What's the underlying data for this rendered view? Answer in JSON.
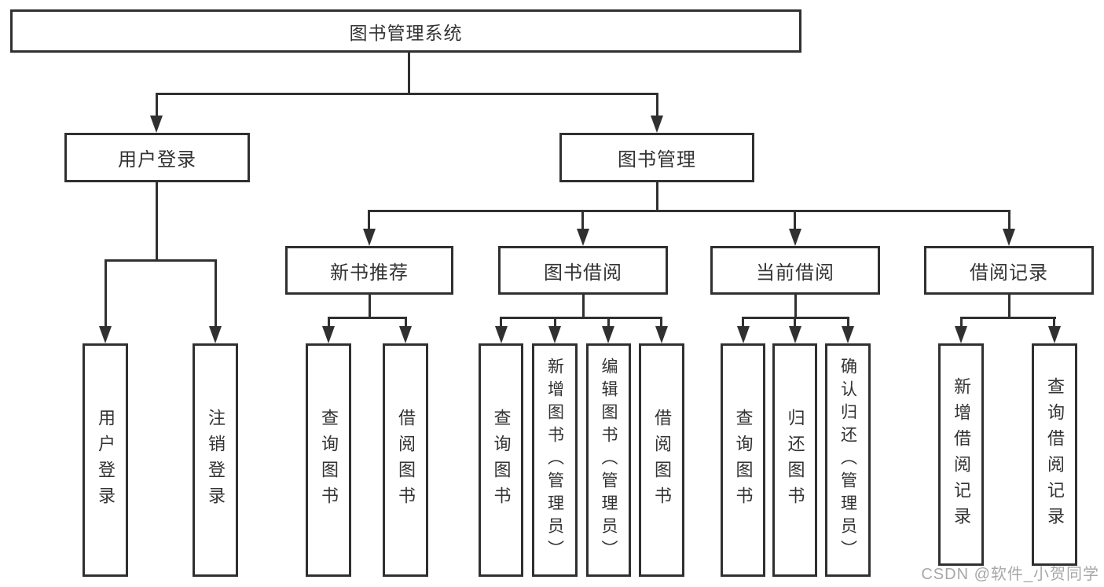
{
  "tree": {
    "label": "图书管理系统",
    "children": [
      {
        "label": "用户登录",
        "children": [
          {
            "label": "用户登录"
          },
          {
            "label": "注销登录"
          }
        ]
      },
      {
        "label": "图书管理",
        "children": [
          {
            "label": "新书推荐",
            "children": [
              {
                "label": "查询图书"
              },
              {
                "label": "借阅图书"
              }
            ]
          },
          {
            "label": "图书借阅",
            "children": [
              {
                "label": "查询图书"
              },
              {
                "label": "新增图书（管理员）"
              },
              {
                "label": "编辑图书（管理员）"
              },
              {
                "label": "借阅图书"
              }
            ]
          },
          {
            "label": "当前借阅",
            "children": [
              {
                "label": "查询图书"
              },
              {
                "label": "归还图书"
              },
              {
                "label": "确认归还（管理员）"
              }
            ]
          },
          {
            "label": "借阅记录",
            "children": [
              {
                "label": "新增借阅记录"
              },
              {
                "label": "查询借阅记录"
              }
            ]
          }
        ]
      }
    ]
  },
  "watermark": "CSDN @软件_小贺同学",
  "colors": {
    "line": "#303030",
    "text": "#333333",
    "watermark": "#a7a7a7",
    "background": "#ffffff"
  }
}
